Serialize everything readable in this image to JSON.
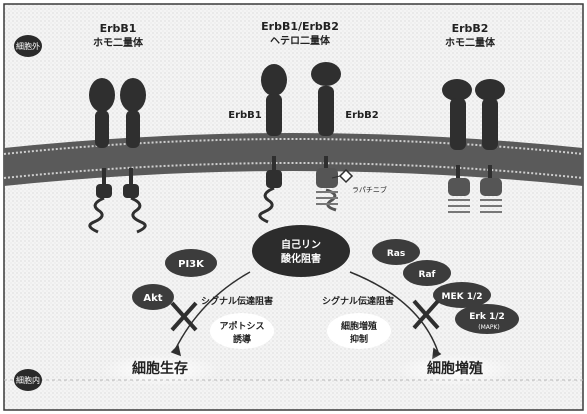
{
  "labels": {
    "extracellular": "細胞外",
    "intracellular": "細胞内",
    "erbb1_homo_line1": "ErbB1",
    "erbb1_homo_line2": "ホモ二量体",
    "hetero_line1": "ErbB1/ErbB2",
    "hetero_line2": "ヘテロ二量体",
    "erbb2_homo_line1": "ErbB2",
    "erbb2_homo_line2": "ホモ二量体",
    "hetero_left": "ErbB1",
    "hetero_right": "ErbB2",
    "lapatinib": "ラパチニブ",
    "autophos_line1": "自己リン",
    "autophos_line2": "酸化阻害",
    "pi3k": "PI3K",
    "akt": "Akt",
    "ras": "Ras",
    "raf": "Raf",
    "mek": "MEK 1/2",
    "erk": "Erk 1/2",
    "mapk": "(MAPK)",
    "signal_block_left": "シグナル伝達阻害",
    "signal_block_right": "シグナル伝達阻害",
    "apoptosis_line1": "アポトシス",
    "apoptosis_line2": "誘導",
    "prolif_inhib_line1": "細胞増殖",
    "prolif_inhib_line2": "抑制",
    "cell_survival": "細胞生存",
    "cell_proliferation": "細胞増殖"
  },
  "colors": {
    "background": "#ffffff",
    "frame": "#3a3a3a",
    "membrane": "#4a4a4a",
    "receptor": "#2f2f2f",
    "node": "#3c3c3c",
    "node_text": "#ffffff",
    "glow": "#d9d9d9"
  }
}
